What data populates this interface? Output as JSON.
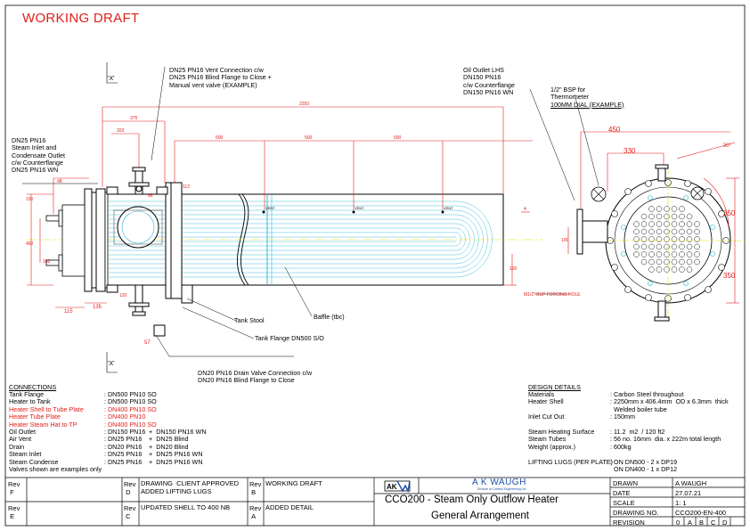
{
  "title": "WORKING DRAFT",
  "callouts": {
    "vent": [
      "DN25 PN16 Vent Connection c/w",
      "DN25 PN16 Blind Flange to Close +",
      "Manual vent valve (EXAMPLE)"
    ],
    "steam_inlet": [
      "DN25 PN16",
      "Steam Inlet and",
      "Condensate Outlet",
      "c/w Counterflange",
      "DN25 PN16 WN"
    ],
    "oil_outlet": [
      "Oil Outlet LHS",
      "DN150 PN16",
      "c/w Counterflange",
      "DN150 PN16 WN"
    ],
    "thermometer": [
      "1/2\" BSP for",
      "Thermometer",
      "100MM DIAL (EXAMPLE)"
    ],
    "tank_stool": "Tank Stool",
    "baffle": "Baffle (tbc)",
    "tank_flange": "Tank Flange DN500 S/O",
    "drain": [
      "DN20 PN16 Drain Valve Connection c/w",
      "DN20 PN16 Blind Flange to Close"
    ],
    "view_x_top": "'X'",
    "view_x_bottom": "'X'",
    "forcing_hole": "M1/2\" BSP FORCING HOLE"
  },
  "dimensions": {
    "d2250": "2250",
    "d375": "375",
    "d203": "203",
    "d500a": "500",
    "d500b": "500",
    "d500c": "500",
    "d150": "150",
    "d460": "460",
    "d162": "162",
    "d112": "112",
    "d48": "48",
    "d68": "68",
    "d135": "135",
    "d115": "115",
    "d57": "57",
    "d120": "120",
    "d150b": "150",
    "vent_a": "VENT",
    "vent_b": "VENT",
    "vent_c": "VENT",
    "d450": "450",
    "d330": "330",
    "d30": "30°",
    "d350a": "350",
    "d350b": "350",
    "d100": "100",
    "d4": "4"
  },
  "connections": {
    "heading": "CONNECTIONS",
    "rows": [
      {
        "name": "Tank Flange",
        "spec": ": DN500 PN10 SO",
        "extra": "",
        "red": false
      },
      {
        "name": "Heater to Tank",
        "spec": ": DN500 PN10 SO",
        "extra": "",
        "red": false
      },
      {
        "name": "Heater Shell to Tube Plate",
        "spec": ": DN400 PN10 SO",
        "extra": "",
        "red": true
      },
      {
        "name": "Heater Tube Plate",
        "spec": ": DN400 PN10",
        "extra": "",
        "red": true
      },
      {
        "name": "Heater Steam Hat to TP",
        "spec": ": DN400 PN10 SO",
        "extra": "",
        "red": true
      },
      {
        "name": "Oil Outlet",
        "spec": ": DN150 PN16",
        "extra": "+  DN150 PN16 WN",
        "red": false
      },
      {
        "name": "Air Vent",
        "spec": ": DN25 PN16",
        "extra": "+  DN25 Blind",
        "red": false
      },
      {
        "name": "Drain",
        "spec": ": DN20 PN16",
        "extra": "+  DN20 Blind",
        "red": false
      },
      {
        "name": "Steam Inlet",
        "spec": ": DN25 PN16",
        "extra": "+  DN25 PN16 WN",
        "red": false
      },
      {
        "name": "Steam Condense",
        "spec": ": DN25 PN16",
        "extra": "+  DN25 PN16 WN",
        "red": false
      }
    ],
    "note": "Valves shown are examples only"
  },
  "design": {
    "heading": "DESIGN DETAILS",
    "rows": [
      {
        "name": "Materials",
        "spec": ": Carbon Steel throughout"
      },
      {
        "name": "Heater Shell",
        "spec": ": 2250mm x 406.4mm  OD x 6.3mm  thick"
      },
      {
        "name": "",
        "spec": "  Welded boiler tube"
      },
      {
        "name": "Inlet Cut Out",
        "spec": ": 150mm"
      },
      {
        "name": "",
        "spec": ""
      },
      {
        "name": "Steam Heating Surface",
        "spec": ": 11.2  m2  / 120 ft2"
      },
      {
        "name": "Steam Tubes",
        "spec": ": 56 no. 16mm  dia. x 222m total length"
      },
      {
        "name": "Weight (approx.)",
        "spec": ": 600kg"
      },
      {
        "name": "",
        "spec": ""
      },
      {
        "name": "LIFTING LUGS (PER PLATE)",
        "spec": ": ON DN500 - 2 x DP19"
      },
      {
        "name": "",
        "spec": "  ON DN400 - 1 x DP12"
      }
    ]
  },
  "revisions": {
    "rev_label": "Rev",
    "F": {
      "letter": "F",
      "text": ""
    },
    "E": {
      "letter": "E",
      "text": ""
    },
    "D": {
      "letter": "D",
      "text": "DRAWING  CLIENT APPROVED\nADDED LIFTING LUGS"
    },
    "C": {
      "letter": "C",
      "text": "UPDATED SHELL TO 400  NB"
    },
    "B": {
      "letter": "B",
      "text": "WORKING DRAFT"
    },
    "A": {
      "letter": "A",
      "text": "ADDED DETAIL"
    }
  },
  "company": {
    "logo": "AKW",
    "name": "A K WAUGH",
    "sub": "Division of Carless Engineering Ltd"
  },
  "drawing_title": [
    "CCO200 - Steam Only Outflow Heater",
    "General Arrangement"
  ],
  "info": {
    "drawn_label": "DRAWN",
    "drawn": "A WAUGH",
    "date_label": "DATE",
    "date": "27.07.21",
    "scale_label": "SCALE",
    "scale": "1: 1",
    "dwgno_label": "DRAWING NO.",
    "dwgno": "CCO200-EN-400",
    "revision_label": "REVISION",
    "revision_cells": [
      "0",
      "A",
      "B",
      "C",
      "D",
      ""
    ]
  }
}
